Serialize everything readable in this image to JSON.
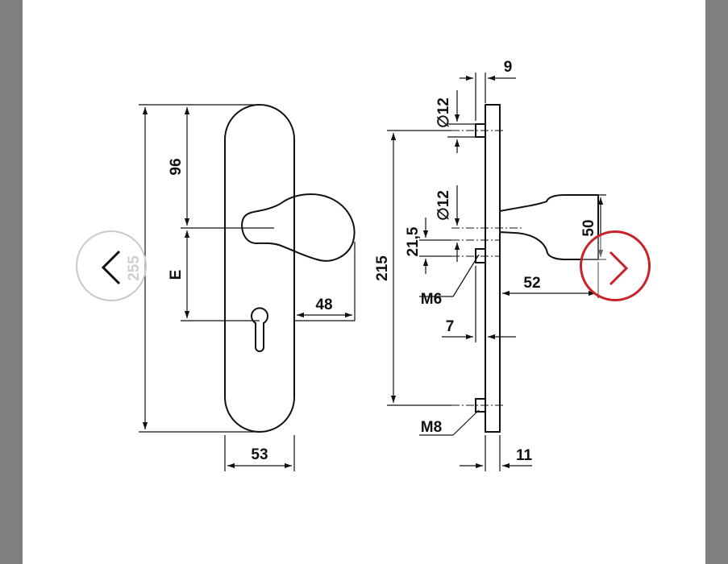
{
  "diagram": {
    "front_view": {
      "height_total": "255",
      "height_upper": "96",
      "height_lower": "E",
      "width_plate": "53",
      "knob_projection": "48"
    },
    "side_view": {
      "top_offset": "9",
      "hole_diameter_top": "∅12",
      "hole_diameter_mid": "∅12",
      "spacing_mid": "21,5",
      "thread_mid": "M6",
      "thread_bottom": "M8",
      "distance_holes": "215",
      "knob_diameter": "50",
      "knob_depth": "52",
      "offset_small": "7",
      "plate_thickness": "11"
    }
  },
  "navigation": {
    "prev_icon": "chevron-left-icon",
    "next_icon": "chevron-right-icon",
    "prev_color": "#c8c8c8",
    "next_color": "#c8232a"
  }
}
